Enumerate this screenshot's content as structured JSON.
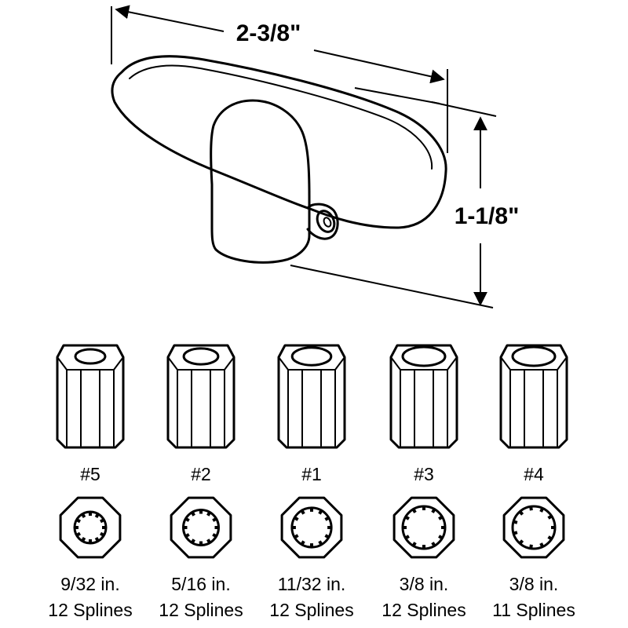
{
  "dimensions": {
    "length": "2-3/8\"",
    "height": "1-1/8\""
  },
  "adapters": [
    {
      "number": "#5",
      "size": "9/32 in.",
      "splines_label": "12 Splines",
      "spline_count": 12,
      "bore_scale": 0.78
    },
    {
      "number": "#2",
      "size": "5/16 in.",
      "splines_label": "12 Splines",
      "spline_count": 12,
      "bore_scale": 0.86
    },
    {
      "number": "#1",
      "size": "11/32 in.",
      "splines_label": "12 Splines",
      "spline_count": 12,
      "bore_scale": 0.94
    },
    {
      "number": "#3",
      "size": "3/8 in.",
      "splines_label": "12 Splines",
      "spline_count": 12,
      "bore_scale": 1.0
    },
    {
      "number": "#4",
      "size": "3/8 in.",
      "splines_label": "11 Splines",
      "spline_count": 11,
      "bore_scale": 1.0
    }
  ]
}
